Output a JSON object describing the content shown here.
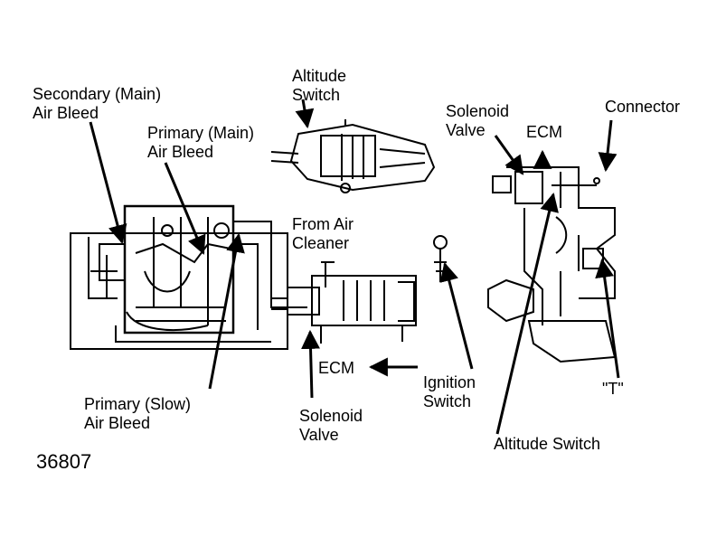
{
  "labels": {
    "secondary_main_air_bleed": "Secondary (Main)\nAir Bleed",
    "altitude_switch_top": "Altitude\nSwitch",
    "primary_main_air_bleed": "Primary (Main)\nAir Bleed",
    "solenoid_valve_right": "Solenoid\nValve",
    "ecm_right": "ECM",
    "connector": "Connector",
    "from_air_cleaner": "From Air\nCleaner",
    "ecm_bottom": "ECM",
    "ignition_switch": "Ignition\nSwitch",
    "t_marker": "\"T\"",
    "primary_slow_air_bleed": "Primary (Slow)\nAir Bleed",
    "solenoid_valve_bottom": "Solenoid\nValve",
    "altitude_switch_bottom": "Altitude Switch"
  },
  "figure_number": "36807"
}
